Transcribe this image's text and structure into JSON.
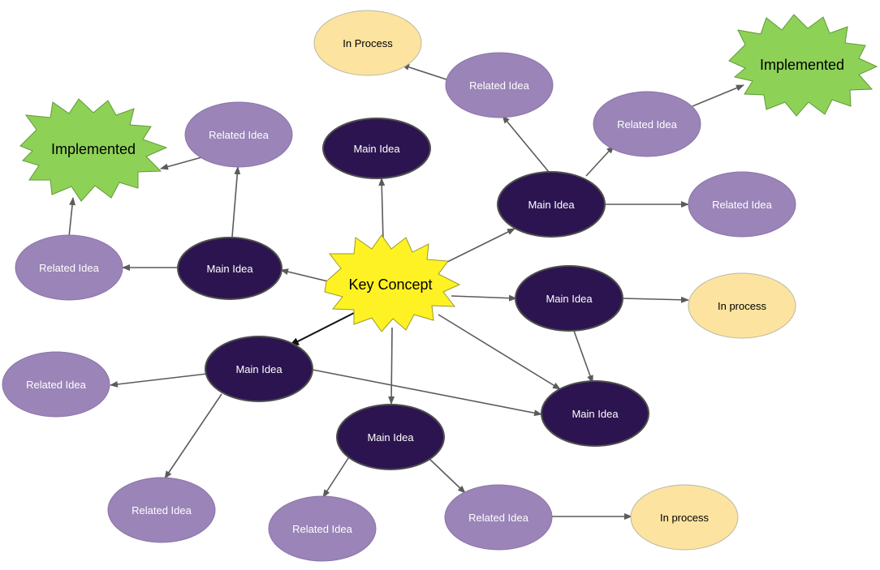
{
  "colors": {
    "main_fill": "#2c1450",
    "main_stroke": "#4e4e4e",
    "related_fill": "#9a84b8",
    "status_fill": "#fce3a0",
    "implemented_fill": "#8ed157",
    "key_fill": "#fff224",
    "arrow": "#5b5b5b"
  },
  "nodes": {
    "key": {
      "label": "Key Concept"
    },
    "main_top": {
      "label": "Main Idea"
    },
    "main_left": {
      "label": "Main Idea"
    },
    "main_upper_right": {
      "label": "Main Idea"
    },
    "main_right": {
      "label": "Main Idea"
    },
    "main_lower_left": {
      "label": "Main Idea"
    },
    "main_bottom": {
      "label": "Main Idea"
    },
    "main_lower_right": {
      "label": "Main Idea"
    },
    "related_left": {
      "label": "Related Idea"
    },
    "related_upper_left": {
      "label": "Related Idea"
    },
    "related_top_center": {
      "label": "Related Idea"
    },
    "related_upper_right": {
      "label": "Related Idea"
    },
    "related_right": {
      "label": "Related Idea"
    },
    "related_far_left": {
      "label": "Related Idea"
    },
    "related_bottom_left": {
      "label": "Related Idea"
    },
    "related_bottom_center": {
      "label": "Related Idea"
    },
    "related_bottom_right": {
      "label": "Related Idea"
    },
    "implemented_left": {
      "label": "Implemented"
    },
    "implemented_right": {
      "label": "Implemented"
    },
    "in_process_top": {
      "label": "In Process"
    },
    "in_process_right": {
      "label": "In process"
    },
    "in_process_bottom": {
      "label": "In process"
    }
  }
}
